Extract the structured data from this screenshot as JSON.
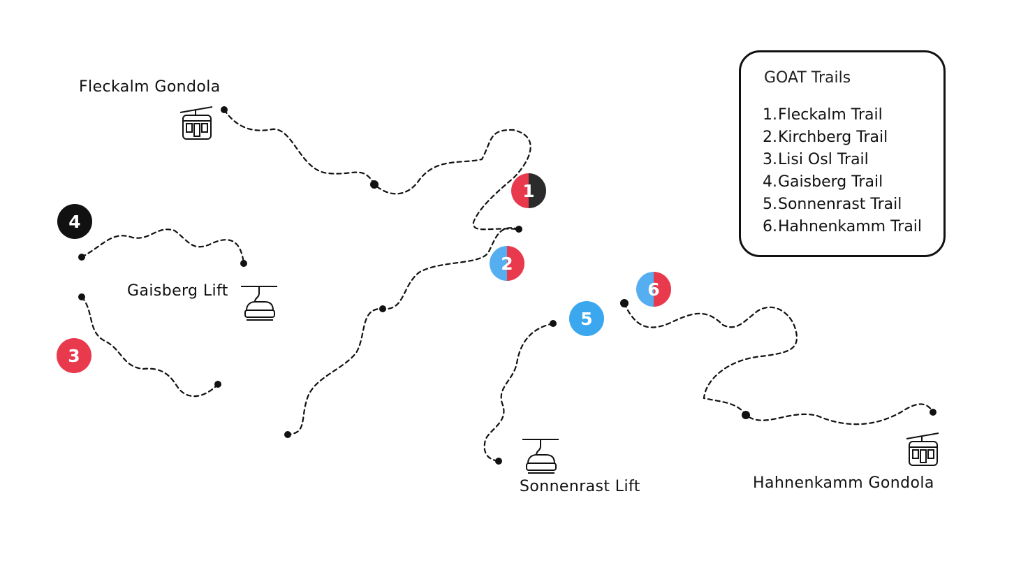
{
  "places": {
    "fleckalm_gondola": "Fleckalm Gondola",
    "gaisberg_lift": "Gaisberg Lift",
    "sonnenrast_lift": "Sonnenrast Lift",
    "hahnenkamm_gondola": "Hahnenkamm Gondola"
  },
  "legend": {
    "title": "GOAT Trails",
    "items": [
      {
        "num": "1.",
        "name": "Fleckalm Trail"
      },
      {
        "num": "2.",
        "name": "Kirchberg Trail"
      },
      {
        "num": "3.",
        "name": "Lisi Osl Trail"
      },
      {
        "num": "4.",
        "name": "Gaisberg Trail"
      },
      {
        "num": "5.",
        "name": "Sonnenrast Trail"
      },
      {
        "num": "6.",
        "name": "Hahnenkamm Trail"
      }
    ]
  },
  "markers": [
    {
      "label": "1",
      "colors": [
        "#e8394d",
        "#2b2b2b"
      ]
    },
    {
      "label": "2",
      "colors": [
        "#55aef0",
        "#e8394d"
      ]
    },
    {
      "label": "3",
      "colors": [
        "#e8394d",
        "#e8394d"
      ]
    },
    {
      "label": "4",
      "colors": [
        "#111111",
        "#111111"
      ]
    },
    {
      "label": "5",
      "colors": [
        "#3aa7ee",
        "#3aa7ee"
      ]
    },
    {
      "label": "6",
      "colors": [
        "#55aef0",
        "#e8394d"
      ]
    }
  ],
  "icons": {
    "gondola": "gondola-icon",
    "chairlift": "chairlift-icon",
    "trail_point": "trail-point-icon"
  }
}
